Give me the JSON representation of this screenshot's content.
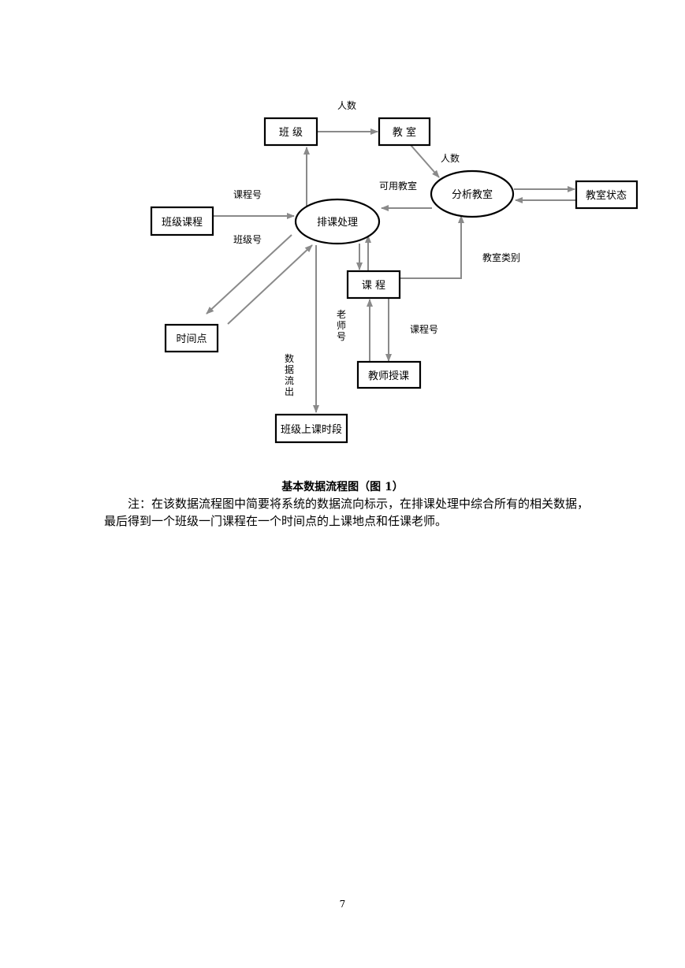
{
  "diagram": {
    "nodes": {
      "class": "班  级",
      "classroom": "教  室",
      "analyze_room": "分析教室",
      "room_status": "教室状态",
      "class_course": "班级课程",
      "scheduling": "排课处理",
      "course": "课  程",
      "time_point": "时间点",
      "teacher_course": "教师授课",
      "class_period": "班级上课时段"
    },
    "flows": {
      "headcount_top": "人数",
      "headcount_right": "人数",
      "available_room": "可用教室",
      "course_no_left": "课程号",
      "class_no": "班级号",
      "room_type": "教室类别",
      "teacher_no": "老师号",
      "course_no_bottom": "课程号",
      "data_out": "数据流出"
    }
  },
  "caption": "基本数据流程图（图 1）",
  "note": "注：在该数据流程图中简要将系统的数据流向标示，在排课处理中综合所有的相关数据，最后得到一个班级一门课程在一个时间点的上课地点和任课老师。",
  "page_number": "7"
}
